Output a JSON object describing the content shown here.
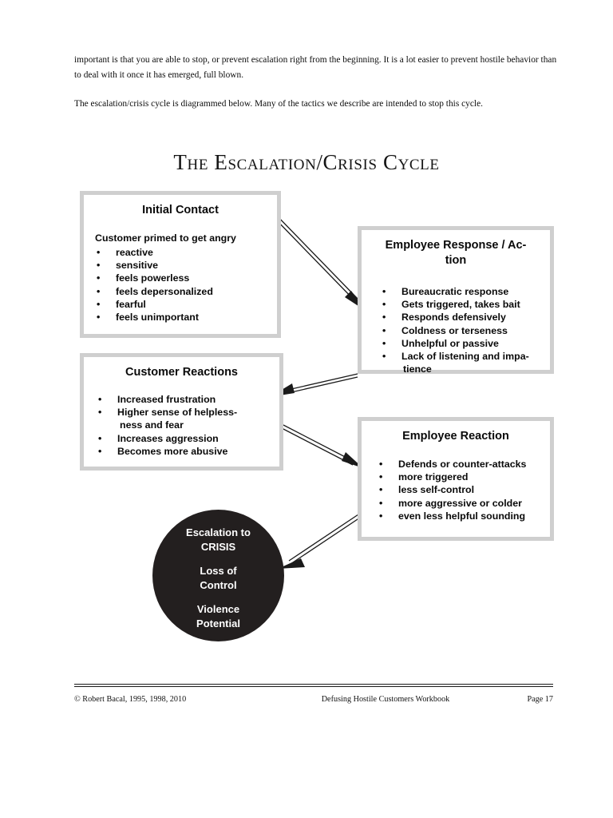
{
  "document": {
    "intro_paragraphs": [
      "important is that you are able to stop, or prevent escalation right from the beginning. It is a lot easier to prevent hostile behavior than to deal with it once it has emerged, full blown.",
      "The escalation/crisis cycle is diagrammed below. Many of the tactics we describe are intended to stop this cycle."
    ]
  },
  "diagram": {
    "title": "The Escalation/Crisis Cycle",
    "bullet_glyph": "•",
    "box_border_color": "#cfcfcf",
    "circle_fill_color": "#231f1f",
    "circle_text_color": "#ffffff",
    "boxes": [
      {
        "id": "initial-contact",
        "title": "Initial Contact",
        "lead": "Customer primed to get angry",
        "items": [
          "reactive",
          "sensitive",
          "feels powerless",
          "feels depersonalized",
          "fearful",
          "feels unimportant"
        ]
      },
      {
        "id": "employee-response",
        "title_line1": "Employee Response / Ac-",
        "title_line2": "tion",
        "items": [
          "Bureaucratic response",
          "Gets triggered, takes bait",
          "Responds defensively",
          "Coldness or terseness",
          "Unhelpful or passive",
          "Lack of listening and impa-"
        ],
        "item_last_continuation": "tience"
      },
      {
        "id": "customer-reactions",
        "title": "Customer Reactions",
        "items": [
          "Increased frustration",
          "Higher sense of helpless-",
          "Increases aggression",
          "Becomes more abusive"
        ],
        "item2_continuation": "ness and fear"
      },
      {
        "id": "employee-reaction",
        "title": "Employee Reaction",
        "items": [
          "Defends or counter-attacks",
          "more triggered",
          "less self-control",
          "more aggressive or colder",
          "even less helpful sounding"
        ]
      }
    ],
    "circle": {
      "line1": "Escalation to",
      "line2": "CRISIS",
      "line3": "Loss of",
      "line4": "Control",
      "line5": "Violence",
      "line6": "Potential"
    },
    "arrows": [
      {
        "name": "initial-contact-to-employee-response",
        "direction": "down-right"
      },
      {
        "name": "employee-response-to-customer-reactions",
        "direction": "left"
      },
      {
        "name": "customer-reactions-to-employee-reaction",
        "direction": "down-right"
      },
      {
        "name": "employee-reaction-to-crisis",
        "direction": "down-left"
      }
    ]
  },
  "footer": {
    "copyright": "© Robert Bacal, 1995, 1998, 2010",
    "workbook": "Defusing Hostile Customers Workbook",
    "page": "Page 17"
  }
}
